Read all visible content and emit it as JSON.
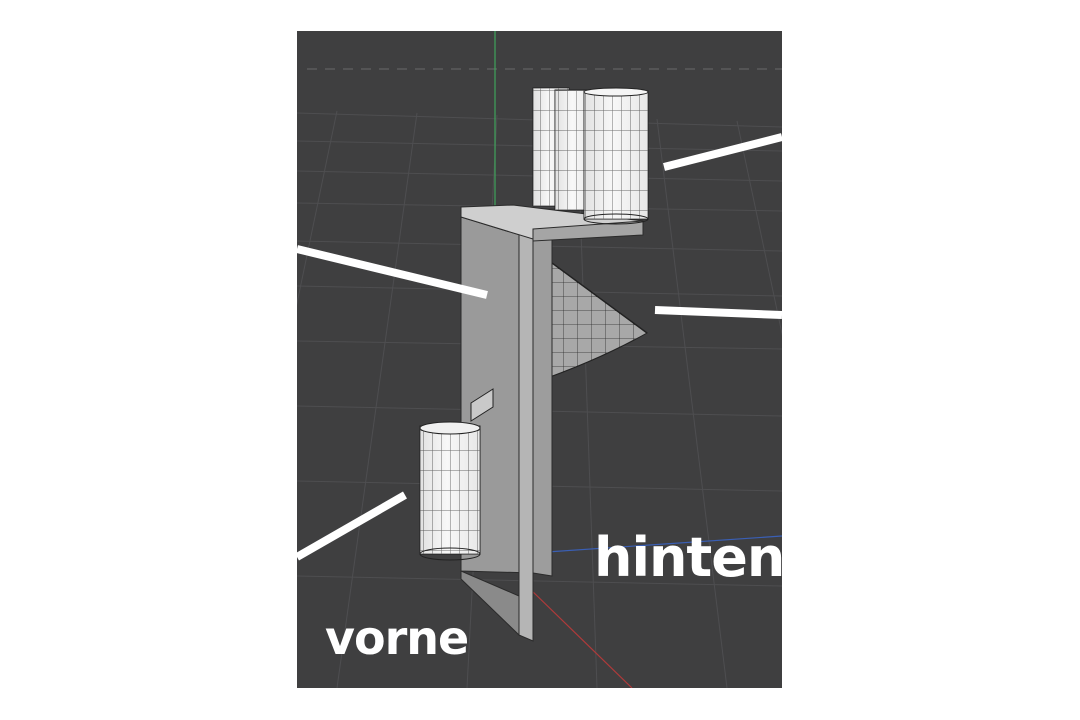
{
  "viewport": {
    "background_color": "#3f3f40",
    "grid_color": "#4d4d4e",
    "axis_y_color": "#3fa35a",
    "axis_x_color": "#b03a3a",
    "axis_z_color": "#3a5fb5",
    "annotation_color": "#ffffff"
  },
  "labels": {
    "back": "hinten",
    "front": "vorne"
  },
  "objects": [
    {
      "name": "cylinder-group-top",
      "icon": "cylinder-icon"
    },
    {
      "name": "vertical-board",
      "icon": "box-icon"
    },
    {
      "name": "cone",
      "icon": "cone-icon"
    },
    {
      "name": "cylinder-front",
      "icon": "cylinder-icon"
    }
  ]
}
